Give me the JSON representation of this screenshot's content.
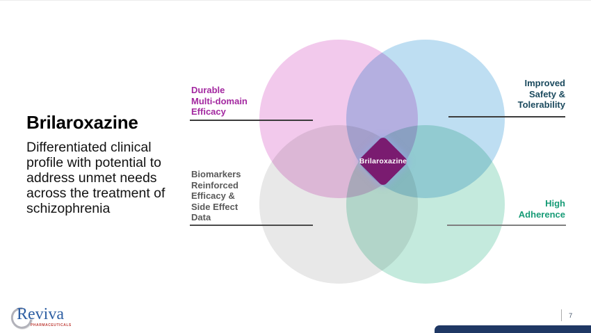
{
  "intro": {
    "title": "Brilaroxazine",
    "subtitle": "Differentiated clinical profile with potential to address unmet needs across the treatment of schizophrenia"
  },
  "venn": {
    "center": {
      "label": "Brilaroxazine",
      "color": "#7A1B70",
      "text_color": "#FFFFFF"
    },
    "quadrants": [
      {
        "id": "durable-multi-domain-efficacy",
        "lines": [
          "Durable",
          "Multi-domain",
          "Efficacy"
        ],
        "text_color": "#A328A0",
        "circle_color": "#F2C9EC",
        "rule_color": "#3B3B3B"
      },
      {
        "id": "improved-safety-tolerability",
        "lines": [
          "Improved",
          "Safety &",
          "Tolerability"
        ],
        "text_color": "#1B4A5E",
        "circle_color": "#BEDEF2",
        "rule_color": "#3B3B3B"
      },
      {
        "id": "biomarkers-reinforced-efficacy-side-effect-data",
        "lines": [
          "Biomarkers",
          "Reinforced",
          "Efficacy &",
          "Side Effect",
          "Data"
        ],
        "text_color": "#595959",
        "circle_color": "#E8E8E8",
        "rule_color": "#4A4A4A"
      },
      {
        "id": "high-adherence",
        "lines": [
          "High",
          "Adherence"
        ],
        "text_color": "#169B76",
        "circle_color": "#C4EADD",
        "rule_color": "#7F7F7F"
      }
    ]
  },
  "logo": {
    "name": "Reviva",
    "subtext": "PHARMACEUTICALS",
    "name_color": "#2E5FA3",
    "subtext_color": "#C0403A"
  },
  "footer": {
    "page_number": "7",
    "bar_color": "#1F3864"
  }
}
